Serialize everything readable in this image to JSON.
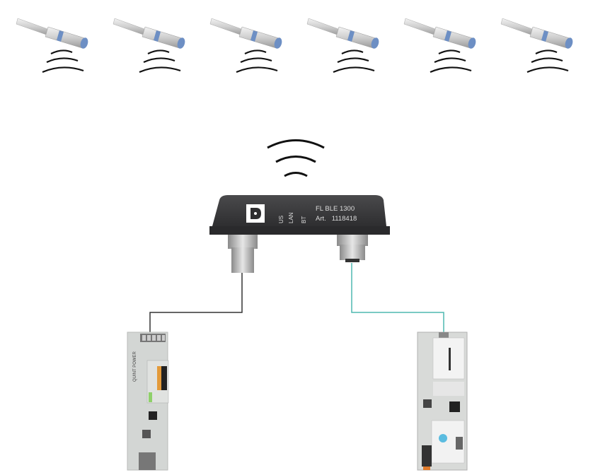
{
  "gateway": {
    "model": "FL BLE 1300",
    "article": "Art.   1118418",
    "leds": [
      "US",
      "LAN",
      "BT"
    ]
  },
  "power_supply": {
    "brand": "QUINT POWER"
  },
  "sensor_count": 6,
  "colors": {
    "ethernet_cable": "#4fb8b0",
    "power_cable": "#333333",
    "sensor_tip": "#6d8fc4",
    "gateway_body": "#3c3c3e"
  }
}
